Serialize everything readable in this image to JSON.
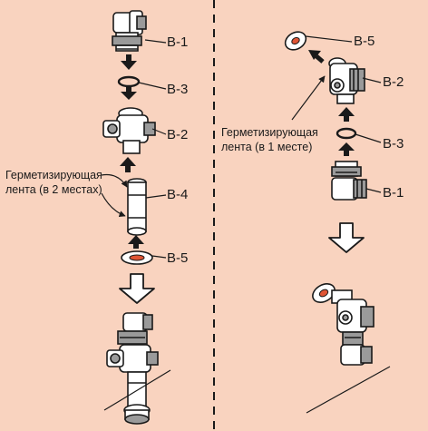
{
  "colors": {
    "background": "#f9d3bf",
    "ink": "#1a1a1a",
    "part_fill": "#ffffff",
    "part_shade": "#9a9a9a",
    "gasket_red": "#e05535"
  },
  "left_panel": {
    "labels": {
      "b1": "B-1",
      "b3": "B-3",
      "b2": "B-2",
      "b4": "B-4",
      "b5": "B-5"
    },
    "sealing_note": {
      "line1": "Герметизирующая",
      "line2": "лента (в 2 местах)"
    }
  },
  "right_panel": {
    "labels": {
      "b5": "B-5",
      "b2": "B-2",
      "b3": "B-3",
      "b1": "B-1"
    },
    "sealing_note": {
      "line1": "Герметизирующая",
      "line2": "лента (в 1 месте)"
    }
  }
}
